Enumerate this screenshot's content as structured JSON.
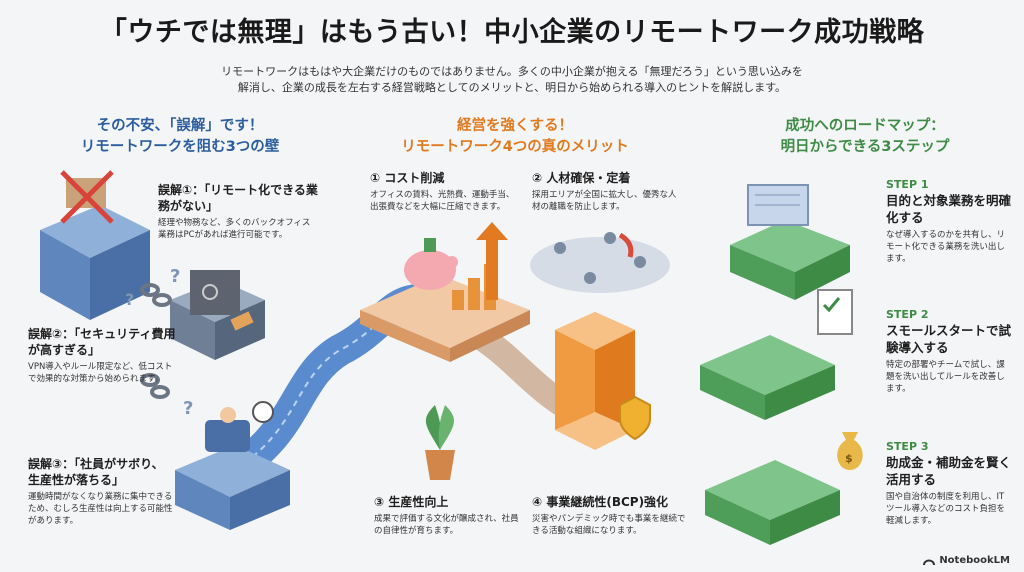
{
  "header": {
    "title": "「ウチでは無理」はもう古い！中小企業のリモートワーク成功戦略",
    "subtitle_line1": "リモートワークはもはや大企業だけのものではありません。多くの中小企業が抱える「無理だろう」という思い込みを",
    "subtitle_line2": "解消し、企業の成長を左右する経営戦略としてのメリットと、明日から始められる導入のヒントを解説します。"
  },
  "left": {
    "heading_line1": "その不安、「誤解」です！",
    "heading_line2": "リモートワークを阻む3つの壁",
    "items": [
      {
        "title": "誤解①：「リモート化できる業務がない」",
        "text": "経理や物務など、多くのバックオフィス業務はPCがあれば進行可能です。"
      },
      {
        "title": "誤解②：「セキュリティ費用が高すぎる」",
        "text": "VPN導入やルール限定など、低コストで効果的な対策から始められます。"
      },
      {
        "title": "誤解③：「社員がサボり、生産性が落ちる」",
        "text": "運動時間がなくなり業務に集中できるため、むしろ生産性は向上する可能性があります。"
      }
    ]
  },
  "middle": {
    "heading_line1": "経営を強くする！",
    "heading_line2": "リモートワーク4つの真のメリット",
    "items": [
      {
        "title": "① コスト削減",
        "text": "オフィスの賃料、光熱費、運動手当、出張費などを大幅に圧縮できます。"
      },
      {
        "title": "② 人材確保・定着",
        "text": "採用エリアが全国に拡大し、優秀な人材の離職を防止します。"
      },
      {
        "title": "③ 生産性向上",
        "text": "成果で評価する文化が醸成され、社員の自律性が育ちます。"
      },
      {
        "title": "④ 事業継続性(BCP)強化",
        "text": "災害やパンデミック時でも事業を継続できる活動な組織になります。"
      }
    ]
  },
  "right": {
    "heading_line1": "成功へのロードマップ：",
    "heading_line2": "明日からできる3ステップ",
    "steps": [
      {
        "label": "STEP 1",
        "title": "目的と対象業務を明確化する",
        "text": "なぜ導入するのかを共有し、リモート化できる業務を洗い出します。"
      },
      {
        "label": "STEP 2",
        "title": "スモールスタートで試験導入する",
        "text": "特定の部署やチームで試し、課題を洗い出してルールを改善します。"
      },
      {
        "label": "STEP 3",
        "title": "助成金・補助金を賢く活用する",
        "text": "国や自治体の制度を利用し、ITツール導入などのコスト負担を軽減します。"
      }
    ]
  },
  "footer": {
    "brand": "NotebookLM"
  },
  "colors": {
    "blue": "#2c5d9e",
    "orange": "#e07a1f",
    "green": "#3e8b45"
  },
  "icons": [
    "building-icon",
    "safe-icon",
    "chain-icon",
    "piggy-bank-icon",
    "growth-arrow-icon",
    "world-map-icon",
    "plant-icon",
    "shield-icon",
    "stairs-icon",
    "blueprint-icon",
    "clipboard-icon",
    "money-bag-icon"
  ]
}
